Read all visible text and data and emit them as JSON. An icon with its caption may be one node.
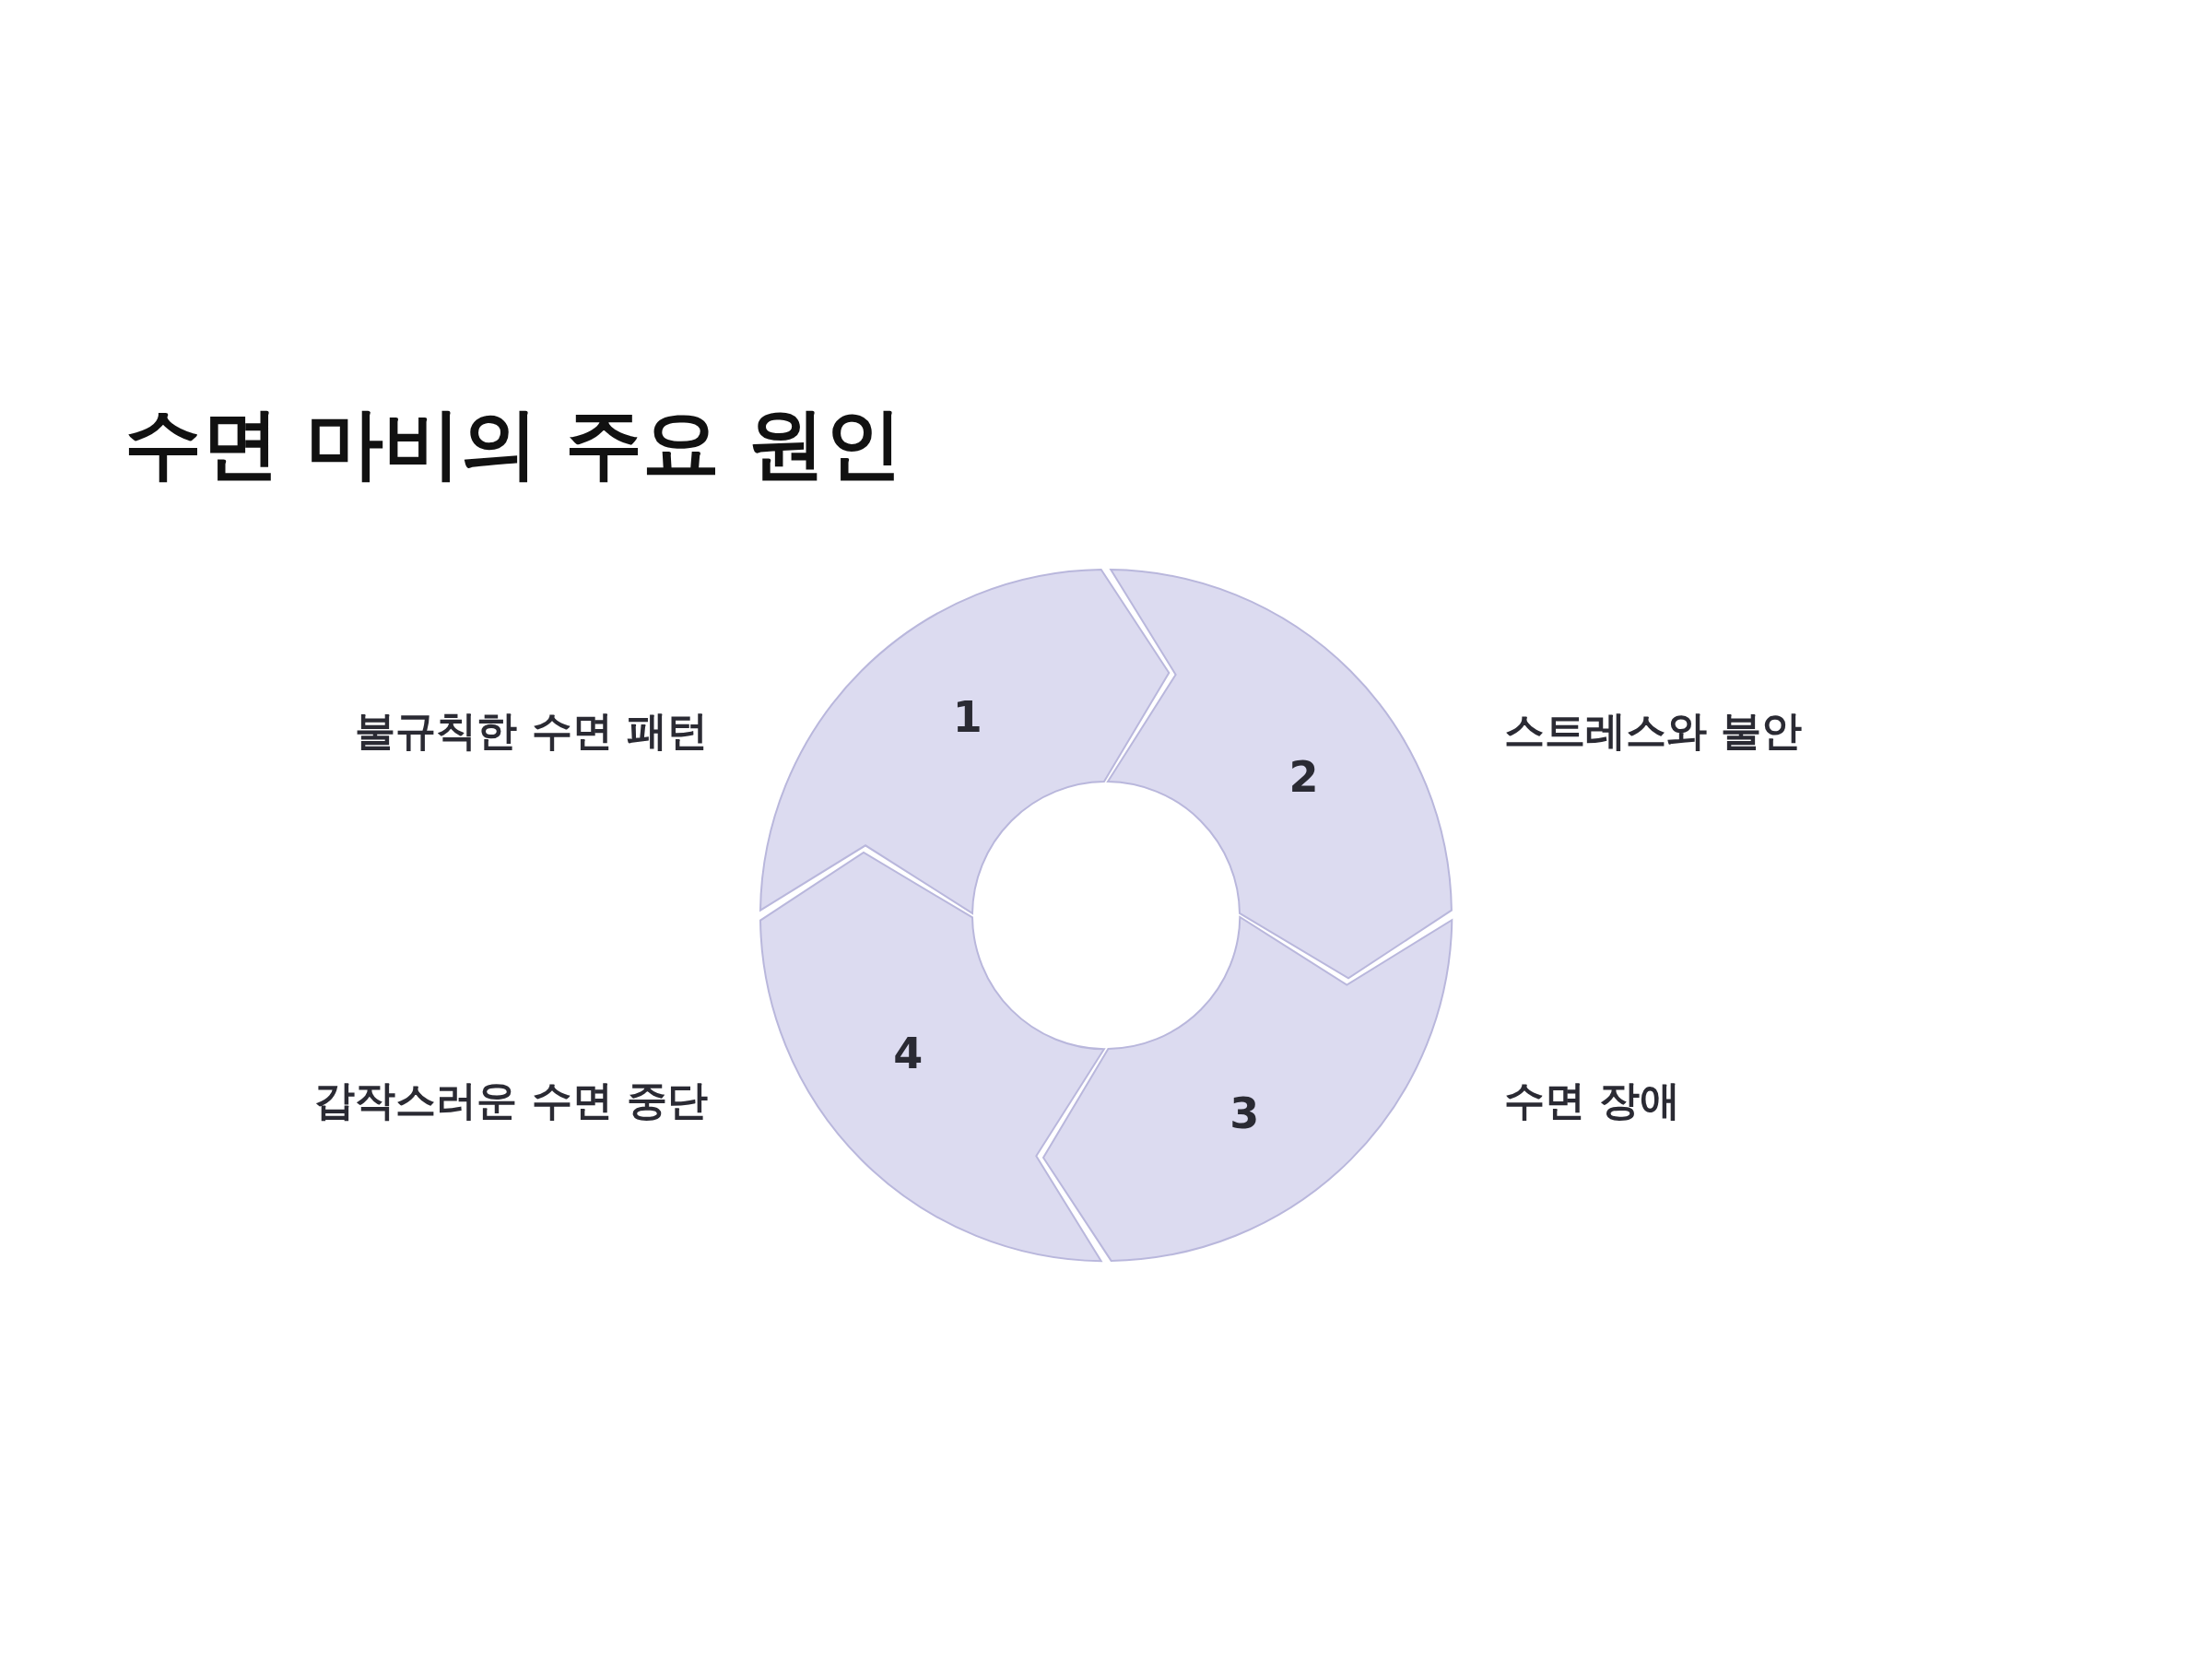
{
  "diagram": {
    "title": "수면 마비의 주요 원인",
    "nodes": [
      {
        "text": [
          "1"
        ],
        "beside": [
          "불규칙한 수면 패턴"
        ]
      },
      {
        "text": [
          "2"
        ],
        "beside": [
          "스트레스와 불안"
        ]
      },
      {
        "text": [
          "3"
        ],
        "beside": [
          "수면 장애"
        ]
      },
      {
        "text": [
          "4"
        ],
        "beside": [
          "갑작스러운 수면 중단"
        ]
      }
    ]
  }
}
